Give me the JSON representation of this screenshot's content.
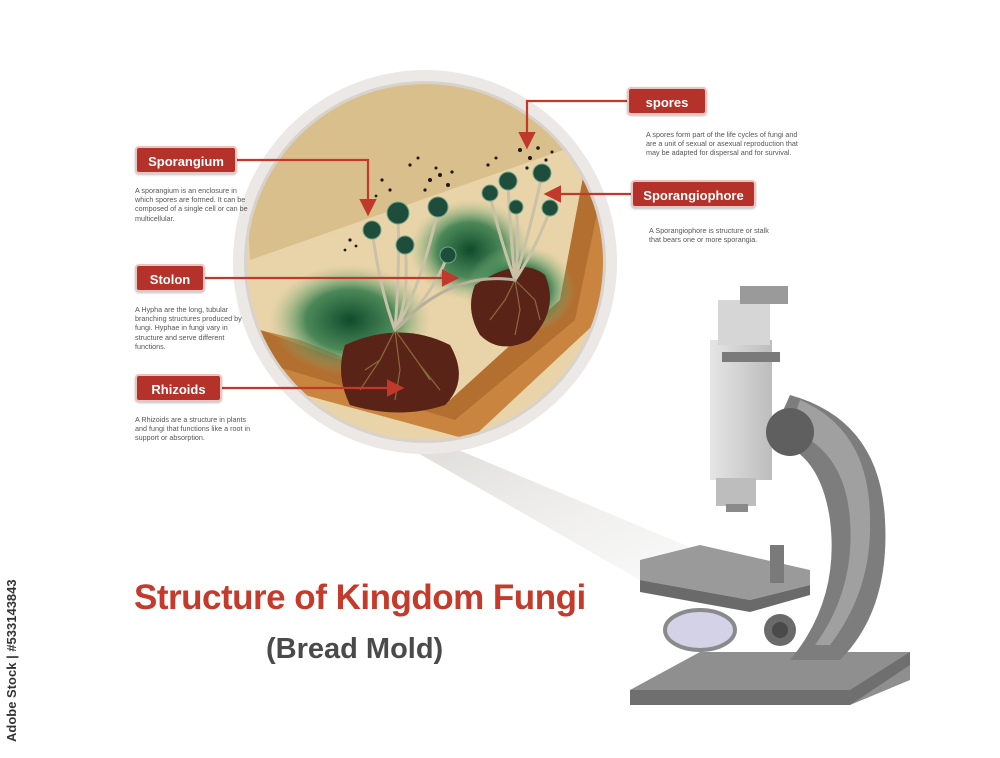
{
  "title": "Structure of Kingdom Fungi",
  "subtitle": "(Bread Mold)",
  "credit": "Adobe Stock | #533143843",
  "labels": {
    "spores": {
      "name": "spores",
      "description": "A spores form part of the life cycles of fungi and are a unit of sexual or asexual reproduction that may be adapted for dispersal and for survival."
    },
    "sporangium": {
      "name": "Sporangium",
      "description": "A sporangium is an enclosure in which spores are formed. It can be composed of a single cell or can be multicellular."
    },
    "sporangiophore": {
      "name": "Sporangiophore",
      "description": "A Sporangiophore is structure or stalk that bears one or more sporangia."
    },
    "stolon": {
      "name": "Stolon",
      "description": "A Hypha are the long, tubular branching structures produced by fungi.  Hyphae in fungi vary in structure and serve different functions."
    },
    "rhizoids": {
      "name": "Rhizoids",
      "description": "A Rhizoids are a structure in plants and fungi that functions like a root in support or absorption."
    }
  },
  "colors": {
    "label_red": "#b5322a",
    "title_red": "#c43b2c",
    "bread": "#e8cc9a",
    "crust": "#c07a3a",
    "mold_green": "#1f6b3e",
    "microscope_gray": "#8a8a8a"
  }
}
